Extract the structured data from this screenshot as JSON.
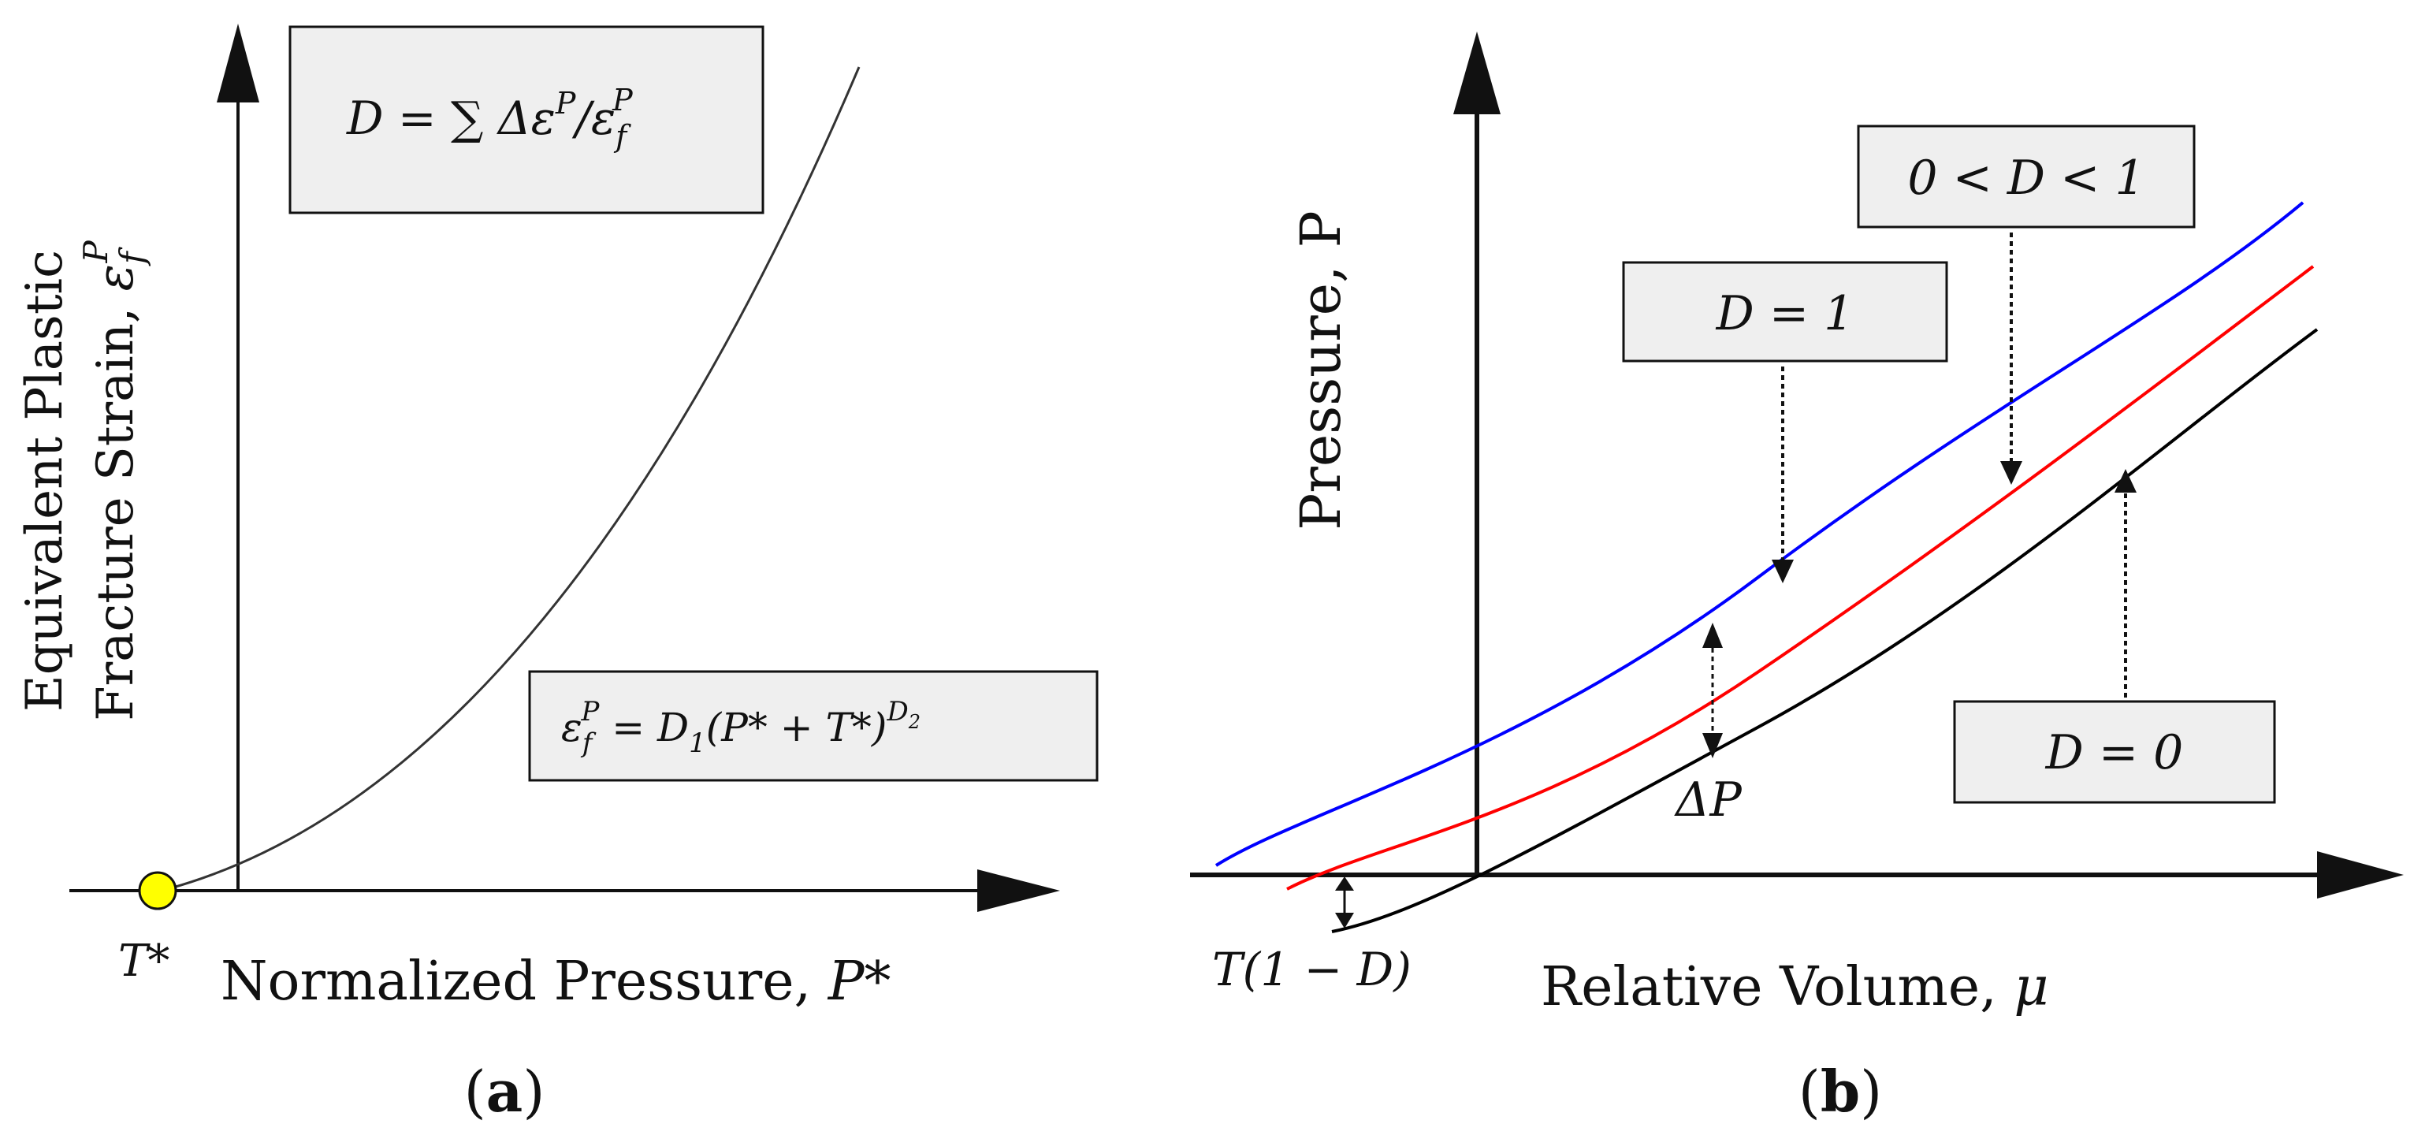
{
  "panel_a": {
    "caption_open": "(",
    "caption_letter": "a",
    "caption_close": ")",
    "y_label_line1": "Equivalent Plastic",
    "y_label_line2": "Fracture Strain, ",
    "y_label_sym": "ε",
    "y_label_sub": "f",
    "y_label_sup": "P",
    "x_label": "Normalized Pressure, ",
    "x_label_sym": "P*",
    "origin_label": "T*",
    "eq_damage": "D = ∑ Δε",
    "eq_damage_sup1": "P",
    "eq_damage_mid": "/ε",
    "eq_damage_sub": "f",
    "eq_damage_sup2": "P",
    "eq_strain_lhs": "ε",
    "eq_strain_sub": "f",
    "eq_strain_sup": "P",
    "eq_strain_rhs": " = D",
    "eq_strain_d1sub": "1",
    "eq_strain_paren": "(P* + T*)",
    "eq_strain_exp": "D",
    "eq_strain_exp_sub": "2",
    "origin_color": "#ffff00",
    "curve_color": "#333333"
  },
  "panel_b": {
    "caption_open": "(",
    "caption_letter": "b",
    "caption_close": ")",
    "y_label": "Pressure, P",
    "x_label": "Relative Volume, ",
    "x_label_sym": "μ",
    "box_d1": "D = 1",
    "box_dmid": "0 < D < 1",
    "box_d0": "D = 0",
    "delta_p": "ΔP",
    "tension_label": "T(1 − D)",
    "curves": [
      {
        "label": "D = 1",
        "color": "#0000ff"
      },
      {
        "label": "0 < D < 1",
        "color": "#ff0000"
      },
      {
        "label": "D = 0",
        "color": "#000000"
      }
    ]
  }
}
